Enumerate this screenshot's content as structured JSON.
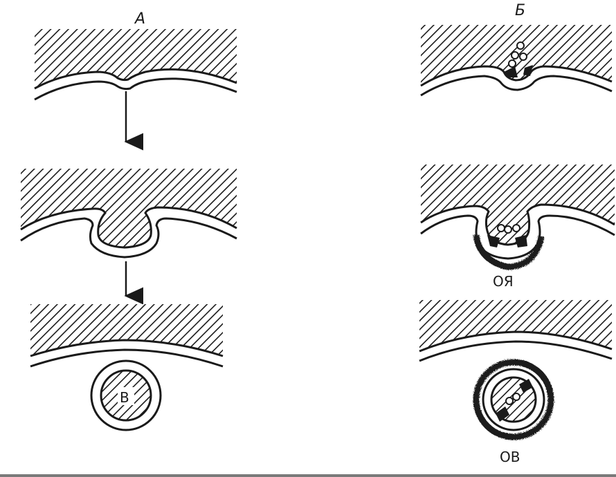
{
  "columns": {
    "left_label": "А",
    "right_label": "Б"
  },
  "labels": {
    "vesicle_left": "В",
    "coated_pit": "ОЯ",
    "coated_vesicle": "ОВ"
  },
  "colors": {
    "ink": "#1a1a1a",
    "paper": "#ffffff"
  }
}
